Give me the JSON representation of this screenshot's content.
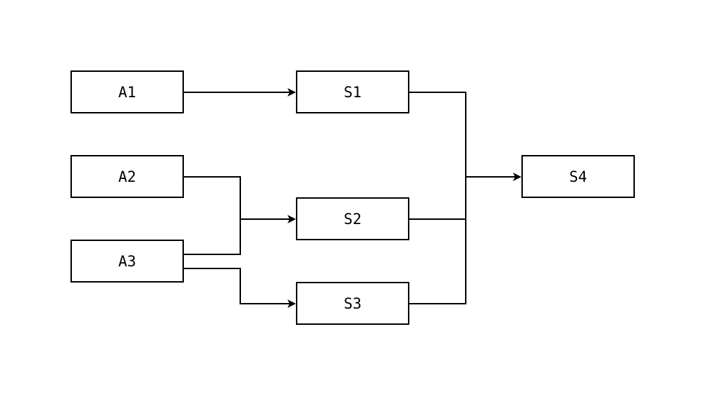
{
  "diagram": {
    "nodes": {
      "a1": "A1",
      "a2": "A2",
      "a3": "A3",
      "s1": "S1",
      "s2": "S2",
      "s3": "S3",
      "s4": "S4"
    },
    "edges": [
      {
        "from": "A1",
        "to": "S1"
      },
      {
        "from": "A2",
        "to": "S2"
      },
      {
        "from": "A3",
        "to": "S2"
      },
      {
        "from": "A3",
        "to": "S3"
      },
      {
        "from": "S1",
        "to": "S4"
      },
      {
        "from": "S2",
        "to": "S4"
      },
      {
        "from": "S3",
        "to": "S4"
      }
    ],
    "colors": {
      "line": "#000000",
      "box_border": "#000000",
      "background": "#ffffff"
    }
  }
}
